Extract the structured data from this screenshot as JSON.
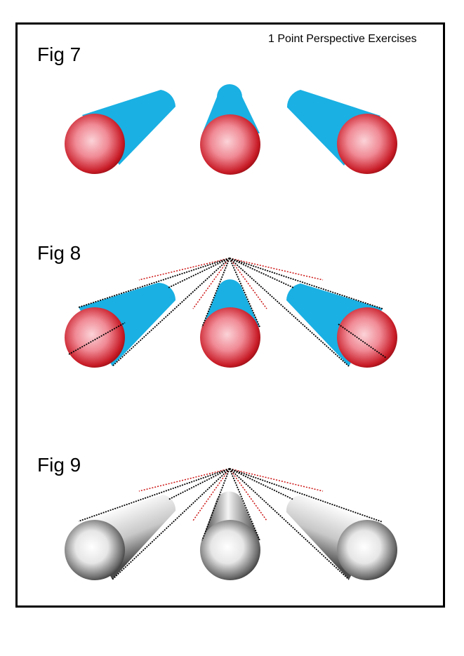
{
  "header": {
    "title": "1 Point Perspective Exercises"
  },
  "figures": [
    {
      "label": "Fig 7"
    },
    {
      "label": "Fig 8"
    },
    {
      "label": "Fig 9"
    }
  ],
  "colors": {
    "cylinder_body": "#1ab0e3",
    "sphere_red": "#c0161d",
    "sphere_light": "#f6b3bc",
    "guide_red": "#cc1111",
    "guide_black": "#000000",
    "grey_dark": "#3a3a3a",
    "grey_light": "#ffffff"
  }
}
